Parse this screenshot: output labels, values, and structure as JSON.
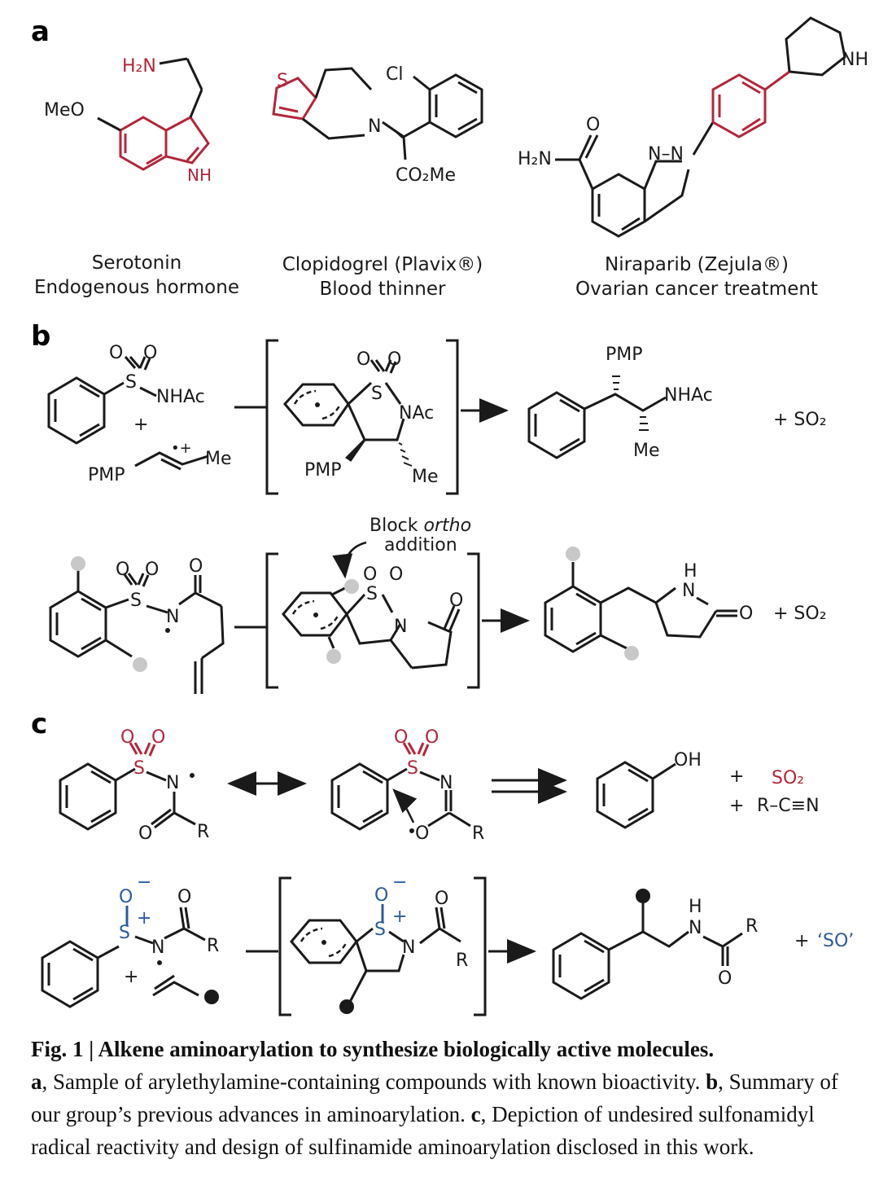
{
  "colors": {
    "red": "#b3263a",
    "blue": "#2c5aa0",
    "black": "#1a1a1a",
    "gray": "#c8c8c8"
  },
  "panel_a": {
    "letter": "a",
    "molecules": [
      {
        "name": "Serotonin",
        "desc": "Endogenous hormone"
      },
      {
        "name": "Clopidogrel (Plavix®)",
        "desc": "Blood thinner"
      },
      {
        "name": "Niraparib (Zejula®)",
        "desc": "Ovarian cancer treatment"
      }
    ],
    "atoms": {
      "h2n": "H₂N",
      "meo": "MeO",
      "nh_indole": "NH",
      "s": "S",
      "n": "N",
      "cl": "Cl",
      "co2me": "CO₂Me",
      "h2n_amide": "H₂N",
      "o": "O",
      "nn": "N–N",
      "nh_pip": "NH"
    }
  },
  "panel_b": {
    "letter": "b",
    "row1": {
      "o1": "O",
      "o2": "O",
      "s": "S",
      "nhac": "NHAc",
      "plus": "+",
      "pmp": "PMP",
      "radical": "•+",
      "me": "Me",
      "int_o1": "O",
      "int_o2": "O",
      "int_s": "S",
      "int_nac": "NAc",
      "int_pmp": "PMP",
      "int_me": "Me",
      "prod_pmp": "PMP",
      "prod_nhac": "NHAc",
      "prod_me": "Me",
      "byproduct": "+ SO₂"
    },
    "row2": {
      "annotation_line1": "Block ",
      "annotation_italic": "ortho",
      "annotation_line2": "addition",
      "o1": "O",
      "o2": "O",
      "o3": "O",
      "s": "S",
      "n": "N",
      "int_o1": "O",
      "int_o2": "O",
      "int_s": "S",
      "int_n": "N",
      "int_o3": "O",
      "prod_h": "H",
      "prod_n": "N",
      "prod_o": "O",
      "byproduct": "+ SO₂"
    }
  },
  "panel_c": {
    "letter": "c",
    "row1": {
      "o1": "O",
      "o2": "O",
      "s": "S",
      "n": "N",
      "o": "O",
      "r": "R",
      "int_o1": "O",
      "int_o2": "O",
      "int_s": "S",
      "int_n": "N",
      "int_o": "O",
      "int_r": "R",
      "prod_oh": "OH",
      "plus1": "+",
      "so2": "SO₂",
      "plus2": "+",
      "nitrile": "R–C≡N"
    },
    "row2": {
      "o_minus": "O",
      "minus": "−",
      "s_plus": "S",
      "plus": "+",
      "n": "N",
      "o": "O",
      "r": "R",
      "plus_reagent": "+",
      "int_o_minus": "O",
      "int_minus": "−",
      "int_s": "S",
      "int_plus": "+",
      "int_n": "N",
      "int_o": "O",
      "int_r": "R",
      "prod_h": "H",
      "prod_n": "N",
      "prod_r": "R",
      "prod_o": "O",
      "byproduct_plus": "+",
      "byproduct": "‘SO’"
    }
  },
  "caption": {
    "title": "Fig. 1 | Alkene aminoarylation to synthesize biologically active molecules.",
    "a_label": "a",
    "a_text": ", Sample of arylethylamine-containing compounds with known bioactivity.",
    "b_label": "b",
    "b_text": ", Summary of our group’s previous advances in aminoarylation.",
    "c_label": "c",
    "c_text": ", Depiction of undesired sulfonamidyl radical reactivity and design of sulfinamide aminoarylation disclosed in this work."
  }
}
